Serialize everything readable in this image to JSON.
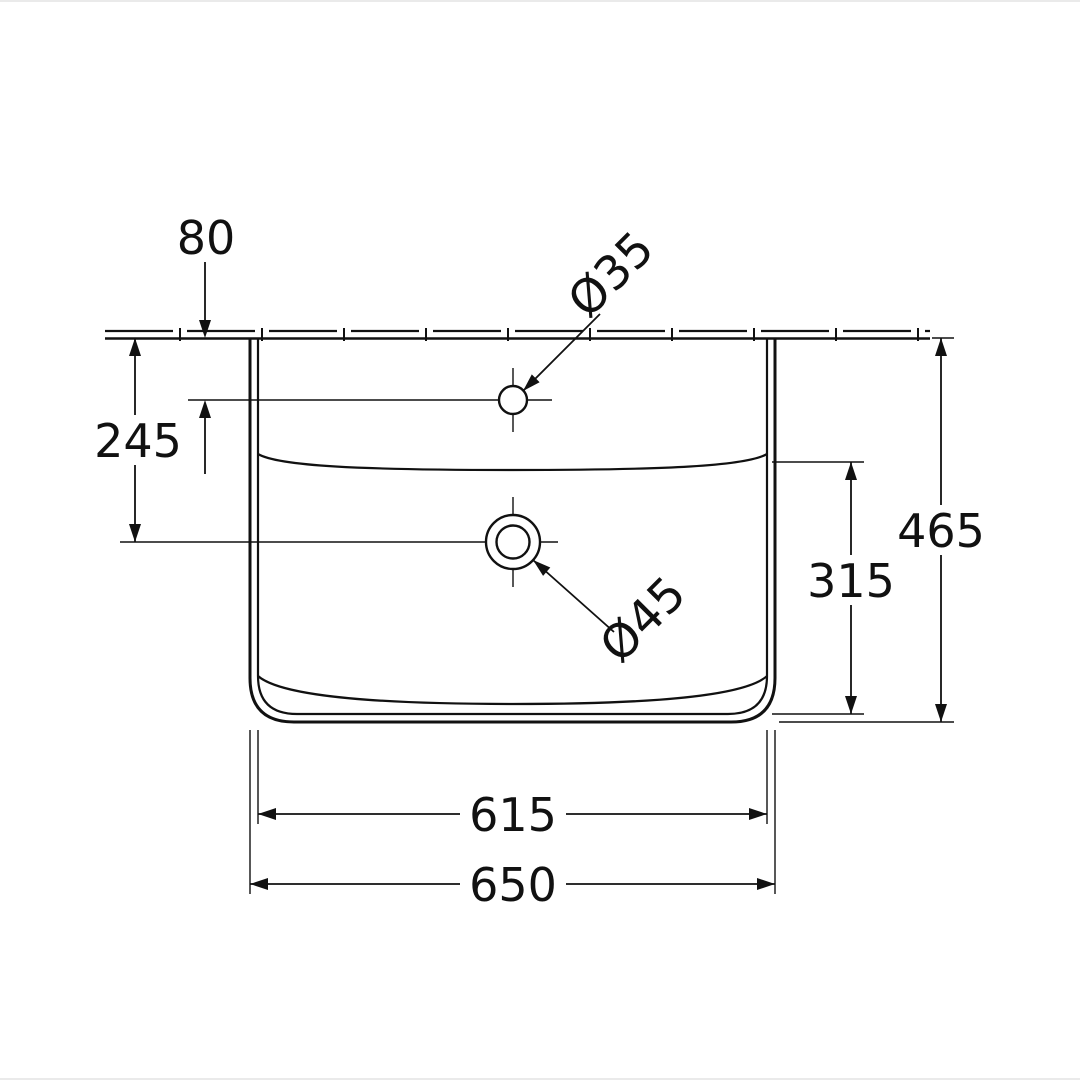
{
  "drawing": {
    "background": "#ffffff",
    "ink": "#111111",
    "dimensions": {
      "faucet_center_from_back_edge": "80",
      "drain_center_from_back_edge": "245",
      "overall_depth": "465",
      "inner_bowl_depth": "315",
      "inner_width": "615",
      "overall_width": "650"
    },
    "labels": {
      "faucet_hole_diameter": "Ø35",
      "drain_hole_diameter": "Ø45"
    }
  }
}
